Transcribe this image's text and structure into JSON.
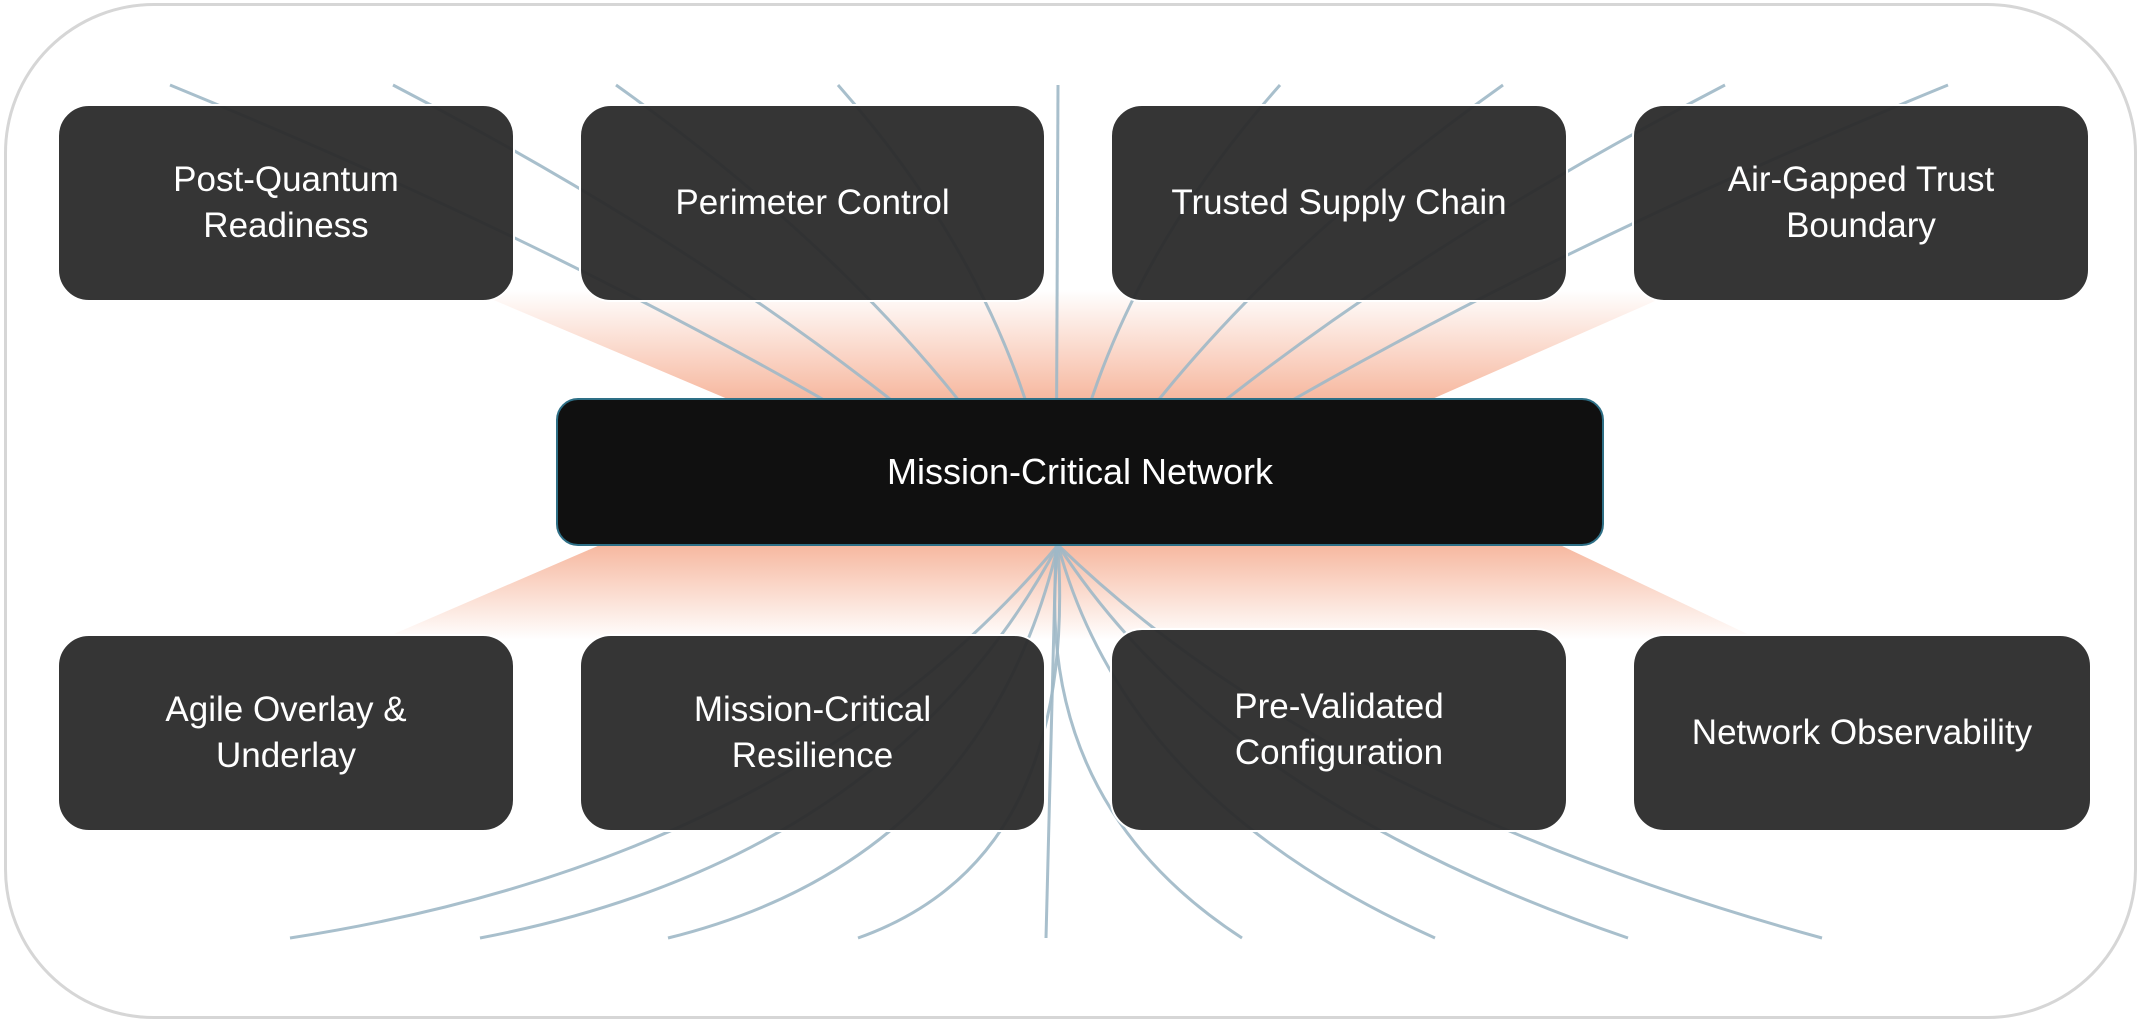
{
  "diagram": {
    "hub": {
      "label": "Mission-Critical Network"
    },
    "nodes": [
      {
        "id": "post-quantum-readiness",
        "label": "Post-Quantum\nReadiness"
      },
      {
        "id": "perimeter-control",
        "label": "Perimeter Control"
      },
      {
        "id": "trusted-supply-chain",
        "label": "Trusted Supply Chain"
      },
      {
        "id": "air-gapped-trust-boundary",
        "label": "Air-Gapped Trust\nBoundary"
      },
      {
        "id": "agile-overlay-underlay",
        "label": "Agile Overlay &\nUnderlay"
      },
      {
        "id": "mission-critical-resilience",
        "label": "Mission-Critical\nResilience"
      },
      {
        "id": "pre-validated-configuration",
        "label": "Pre-Validated\nConfiguration"
      },
      {
        "id": "network-observability",
        "label": "Network Observability"
      }
    ],
    "colors": {
      "node_fill": "#2a2a2a",
      "hub_fill": "#101010",
      "hub_border": "#2e6f86",
      "ray": "#9fb8c6",
      "glow": "#f6b49a",
      "frame": "#d6d6d6"
    }
  }
}
